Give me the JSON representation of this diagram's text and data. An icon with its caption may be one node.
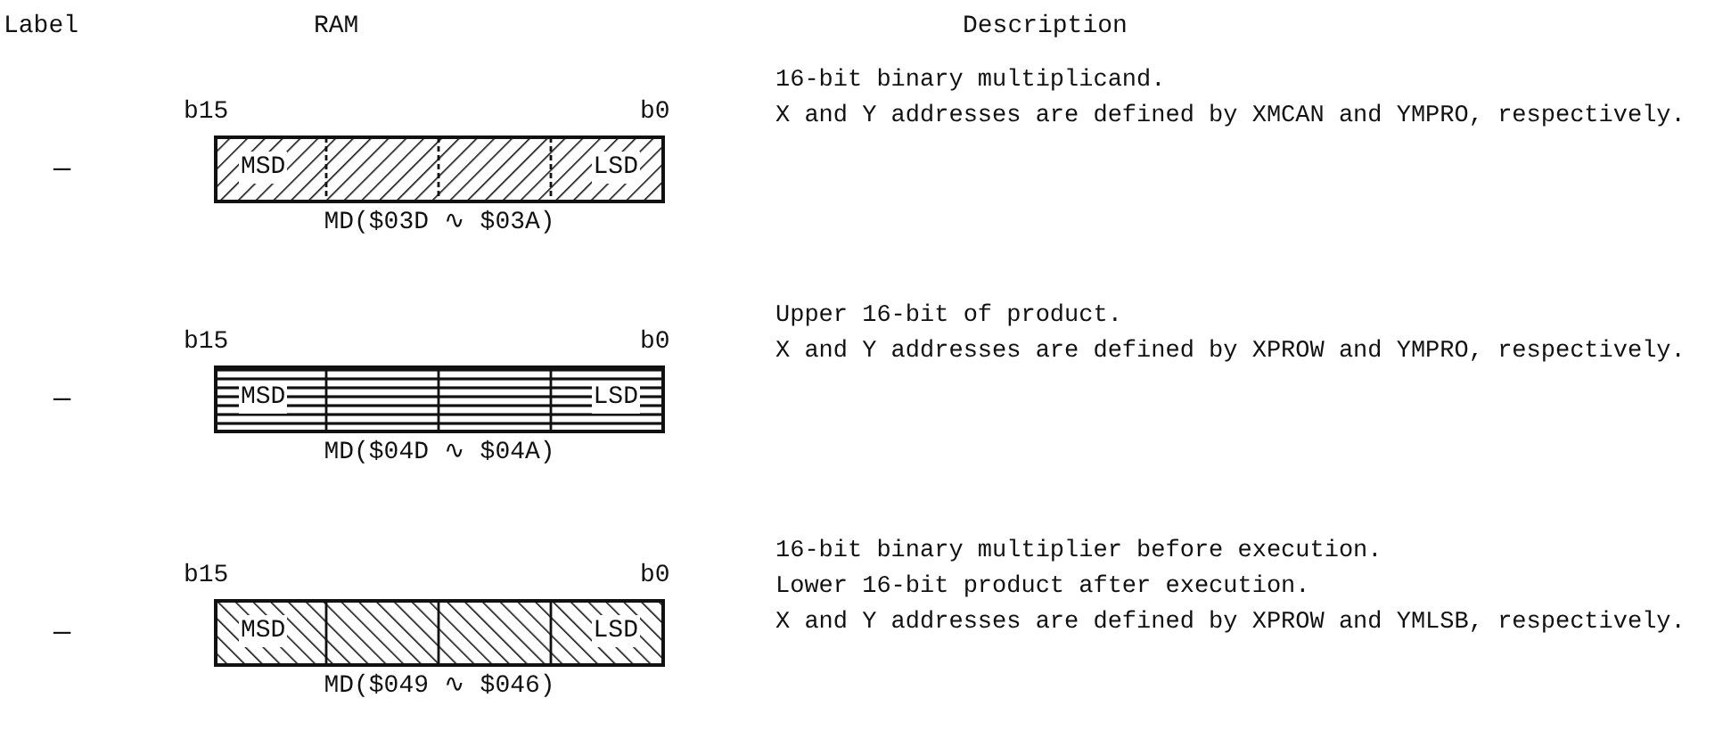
{
  "diagram": {
    "nodes": [
      {
        "text": [
          "MSD",
          "LSD"
        ],
        "beside": [
          "b15",
          "b0",
          "MD($03D ∿ $03A)"
        ]
      },
      {
        "text": [
          "MSD",
          "LSD"
        ],
        "beside": [
          "b15",
          "b0",
          "MD($04D ∿ $04A)"
        ]
      },
      {
        "text": [
          "MSD",
          "LSD"
        ],
        "beside": [
          "b15",
          "b0",
          "MD($049 ∿ $046)"
        ]
      }
    ],
    "labels": [
      "Label",
      "RAM",
      "Description",
      "—",
      "16-bit binary multiplicand.",
      "X and Y addresses are defined by XMCAN and YMPRO, respectively.",
      "—",
      "Upper 16-bit of product.",
      "X and Y addresses are defined by XPROW and YMPRO, respectively.",
      "—",
      "16-bit binary multiplier before execution.",
      "Lower 16-bit product after execution.",
      "X and Y addresses are defined by XPROW and YMLSB, respectively."
    ]
  }
}
